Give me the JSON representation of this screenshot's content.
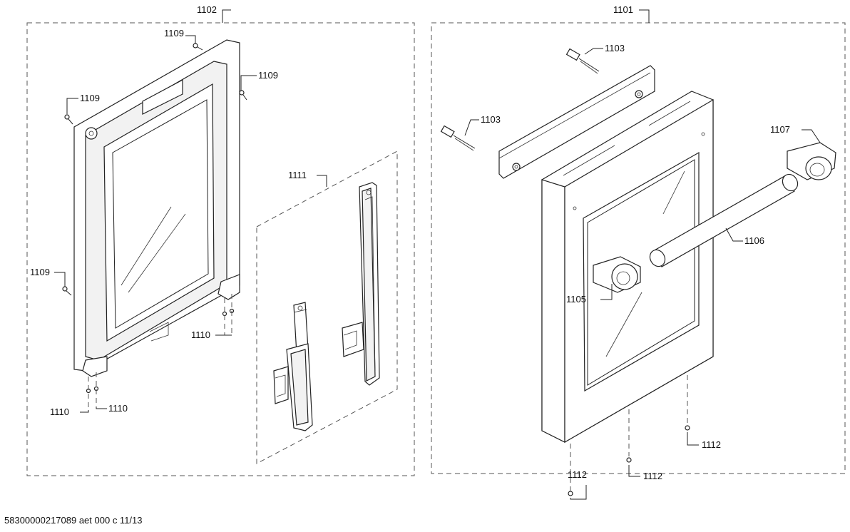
{
  "labels": {
    "l1101": "1101",
    "l1102": "1102",
    "l1103a": "1103",
    "l1103b": "1103",
    "l1105": "1105",
    "l1106": "1106",
    "l1107": "1107",
    "l1109a": "1109",
    "l1109b": "1109",
    "l1109c": "1109",
    "l1109d": "1109",
    "l1110a": "1110",
    "l1110b": "1110",
    "l1110c": "1110",
    "l1111": "1111",
    "l1112a": "1112",
    "l1112b": "1112",
    "l1112c": "1112"
  },
  "footer": {
    "doc_id": "58300000217089 aet 000 c 11/13"
  }
}
